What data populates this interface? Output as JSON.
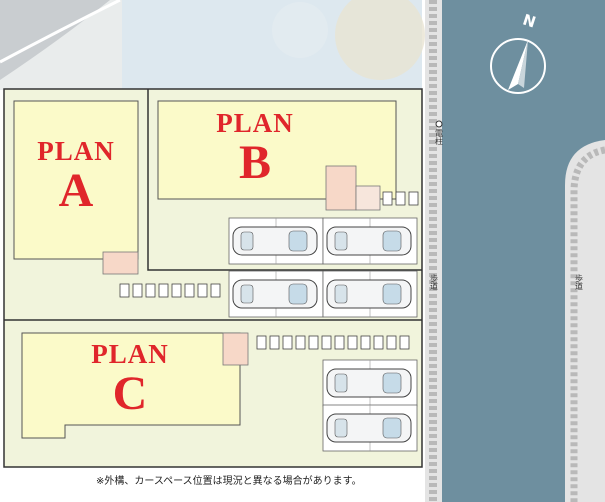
{
  "plans": [
    {
      "id": "a",
      "word": "PLAN",
      "letter": "A"
    },
    {
      "id": "b",
      "word": "PLAN",
      "letter": "B"
    },
    {
      "id": "c",
      "word": "PLAN",
      "letter": "C"
    }
  ],
  "compass": {
    "letter": "N",
    "icon": "north-arrow-icon"
  },
  "labels": {
    "utility_pole": "電柱",
    "sidewalk_left": "歩道",
    "sidewalk_right": "歩道"
  },
  "note": "※外構、カースペース位置は現況と異なる場合があります。",
  "colors": {
    "lot": "#f1f4dc",
    "house": "#fbfac9",
    "road": "#6e8f9f",
    "accent": "#e0262b",
    "parking_outline": "#555555"
  }
}
